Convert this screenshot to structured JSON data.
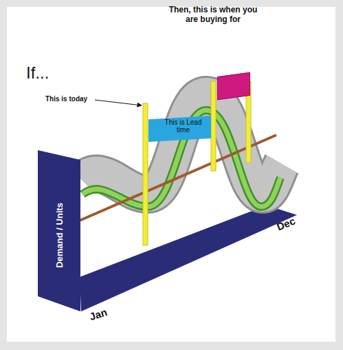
{
  "diagram": {
    "title": "If...",
    "nodes": [
      {
        "text": [
          "Then, this is when you are buying for"
        ]
      },
      {
        "text": [
          "This is Lead time"
        ]
      },
      {
        "text": [
          "Demand / Units"
        ]
      }
    ],
    "labels": [
      "This is today",
      "Jan",
      "Dec"
    ]
  }
}
